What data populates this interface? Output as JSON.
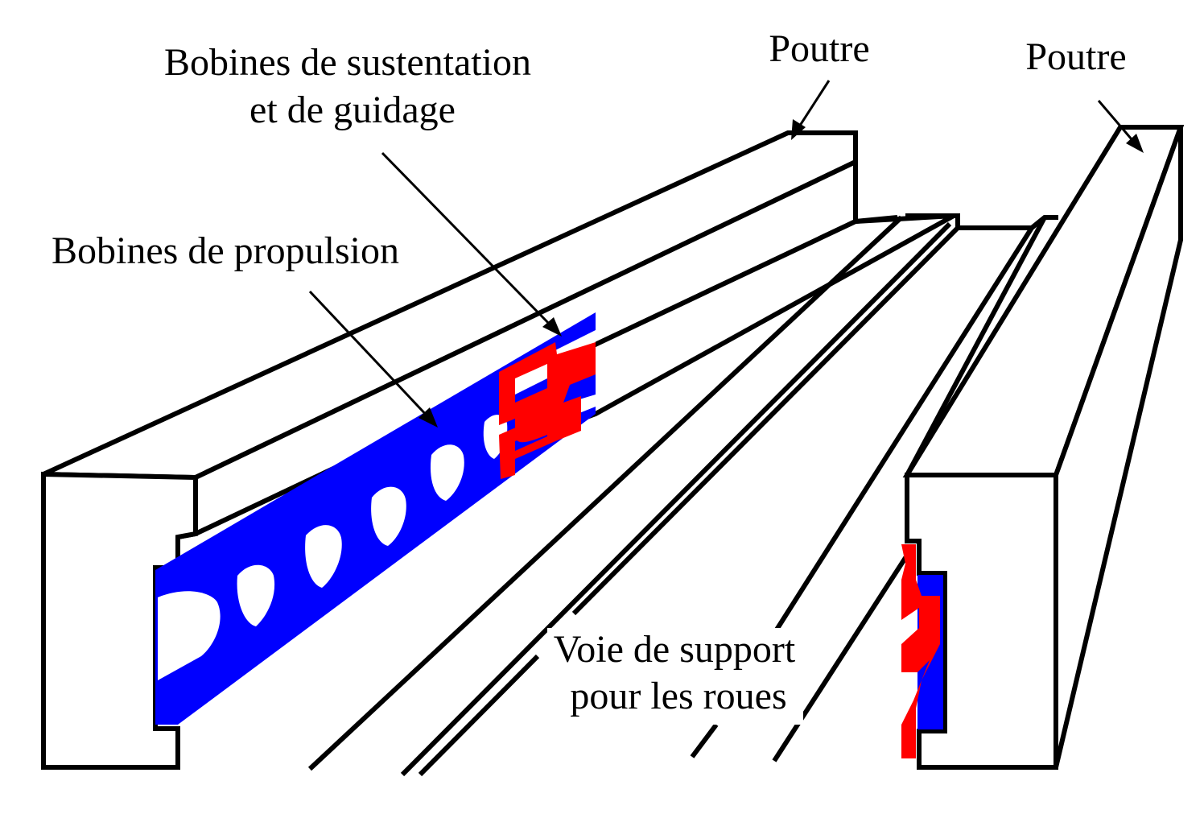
{
  "labels": {
    "lift_guidance_coils_line1": "Bobines de sustentation",
    "lift_guidance_coils_line2": "et de guidage",
    "propulsion_coils": "Bobines de propulsion",
    "beam_left": "Poutre",
    "beam_right": "Poutre",
    "wheel_track_line1": "Voie de support",
    "wheel_track_line2": "pour les roues"
  },
  "colors": {
    "propulsion_coils": "#0000ff",
    "lift_guidance_coils": "#ff0000",
    "outline": "#000000",
    "background": "#ffffff"
  }
}
